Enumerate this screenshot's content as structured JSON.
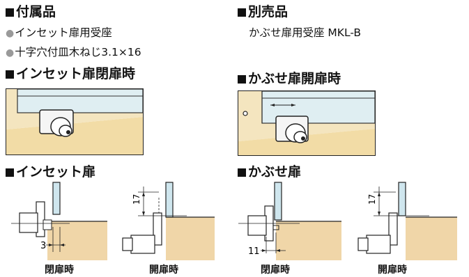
{
  "left": {
    "accessories_heading": "付属品",
    "accessories": [
      "インセット扉用受座",
      "十字穴付皿木ねじ3.1×16"
    ],
    "inset_open_heading": "インセット扉閉扉時",
    "inset_heading": "インセット扉",
    "inset_closed_caption": "閉扉時",
    "inset_open_caption": "開扉時",
    "inset_gap_value": "3",
    "inset_open_dim": "17"
  },
  "right": {
    "sold_sep_heading": "別売品",
    "sold_sep_item": "かぶせ扉用受座 MKL-B",
    "overlay_open_heading": "かぶせ扉開扉時",
    "overlay_heading": "かぶせ扉",
    "overlay_closed_caption": "閉扉時",
    "overlay_open_caption": "開扉時",
    "overlay_gap_value": "11",
    "overlay_open_dim": "17"
  }
}
